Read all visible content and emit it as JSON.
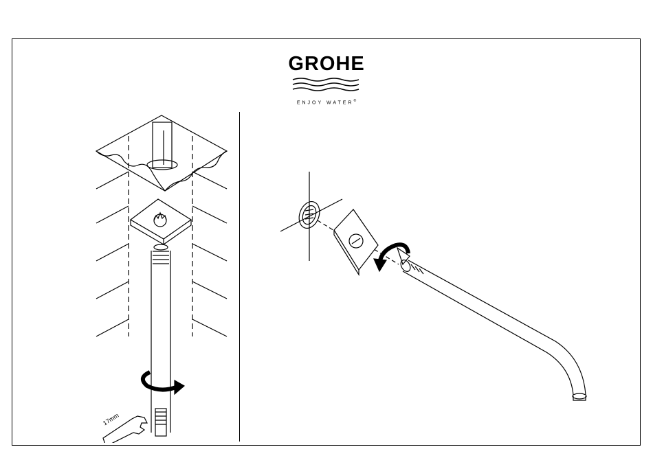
{
  "brand": {
    "name": "GROHE",
    "tagline": "ENJOY WATER",
    "trademark": "®"
  },
  "figures": {
    "left": {
      "wrench_size": "17mm"
    },
    "right": {}
  },
  "colors": {
    "ink": "#000000",
    "paper": "#ffffff"
  }
}
